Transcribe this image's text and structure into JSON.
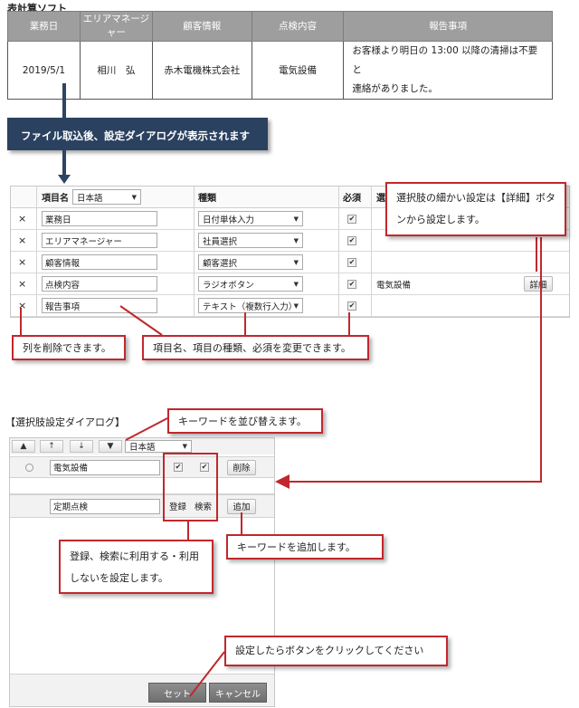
{
  "top": {
    "title": "表計算ソフト",
    "headers": [
      "業務日",
      "エリアマネージャー",
      "顧客情報",
      "点検内容",
      "報告事項"
    ],
    "row": {
      "date": "2019/5/1",
      "manager": "相川　弘",
      "customer": "赤木電機株式会社",
      "inspection": "電気設備",
      "remarks_line1": "お客様より明日の 13:00 以降の清掃は不要と",
      "remarks_line2": "連絡がありました。"
    }
  },
  "banner": "ファイル取込後、設定ダイアログが表示されます",
  "grid": {
    "header_item_name": "項目名",
    "header_language": "日本語",
    "header_type": "種類",
    "header_required": "必須",
    "header_options_partial": "選",
    "delete_glyph": "×",
    "rows": [
      {
        "name": "業務日",
        "type": "日付単体入力",
        "required": true,
        "option": "",
        "detail": ""
      },
      {
        "name": "エリアマネージャー",
        "type": "社員選択",
        "required": true,
        "option": "",
        "detail": ""
      },
      {
        "name": "顧客情報",
        "type": "顧客選択",
        "required": true,
        "option": "",
        "detail": ""
      },
      {
        "name": "点検内容",
        "type": "ラジオボタン",
        "required": true,
        "option": "電気設備",
        "detail": "詳細"
      },
      {
        "name": "報告事項",
        "type": "テキスト（複数行入力）",
        "required": true,
        "option": "",
        "detail": ""
      }
    ]
  },
  "callouts": {
    "detail_settings_line1": "選択肢の細かい設定は【詳細】ボタ",
    "detail_settings_line2": "ンから設定します。",
    "delete_column": "列を削除できます。",
    "change_items": "項目名、項目の種類、必須を変更できます。",
    "sort_keywords": "キーワードを並び替えます。",
    "add_keyword": "キーワードを追加します。",
    "register_search_line1": "登録、検索に利用する・利用",
    "register_search_line2": "しないを設定します。",
    "click_set": "設定したらボタンをクリックしてください"
  },
  "dialog": {
    "title": "【選択肢設定ダイアログ】",
    "toolbar": {
      "top": "▲",
      "up": "↑",
      "down": "↓",
      "bottom": "▼",
      "language": "日本語"
    },
    "option_row": {
      "value": "電気設備",
      "register_checked": true,
      "search_checked": true,
      "delete_label": "削除"
    },
    "new_row": {
      "value": "定期点検",
      "register_label": "登録",
      "search_label": "検索",
      "add_label": "追加"
    },
    "set_label": "セット",
    "cancel_label": "キャンセル"
  },
  "colors": {
    "banner_bg": "#2b4160",
    "callout_border": "#c0282d",
    "header_gray": "#9e9e9e",
    "dark_button": "#777777"
  }
}
